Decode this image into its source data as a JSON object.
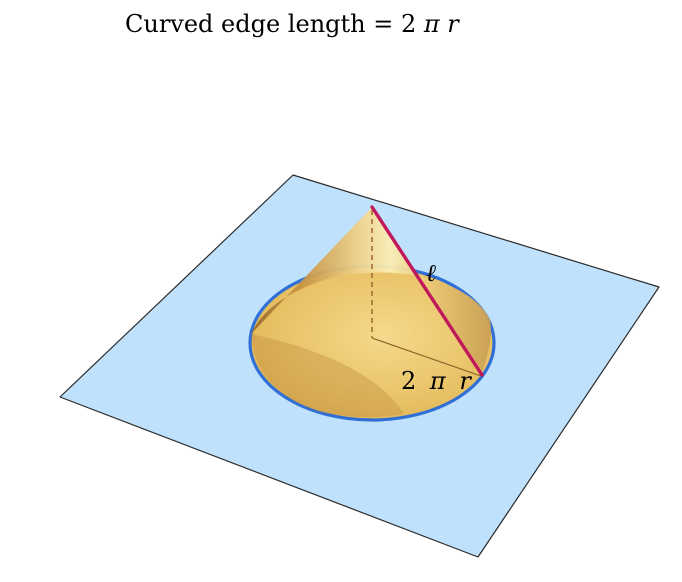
{
  "title": {
    "prefix": "Curved edge length = 2 ",
    "pi": "π",
    "space": " ",
    "r": "r"
  },
  "labels": {
    "slant": "ℓ",
    "arc_coef": "2",
    "arc_pi": "π",
    "arc_r": "r"
  },
  "colors": {
    "plane_fill": "#bfe1fb",
    "plane_stroke": "#333333",
    "base_circle": "#2f6fd6",
    "slant_line": "#c0185a",
    "cone_light": "#fbe9a6",
    "cone_mid": "#e7bd5c",
    "cone_dark": "#a8752c",
    "dashed_height": "#a07030"
  }
}
